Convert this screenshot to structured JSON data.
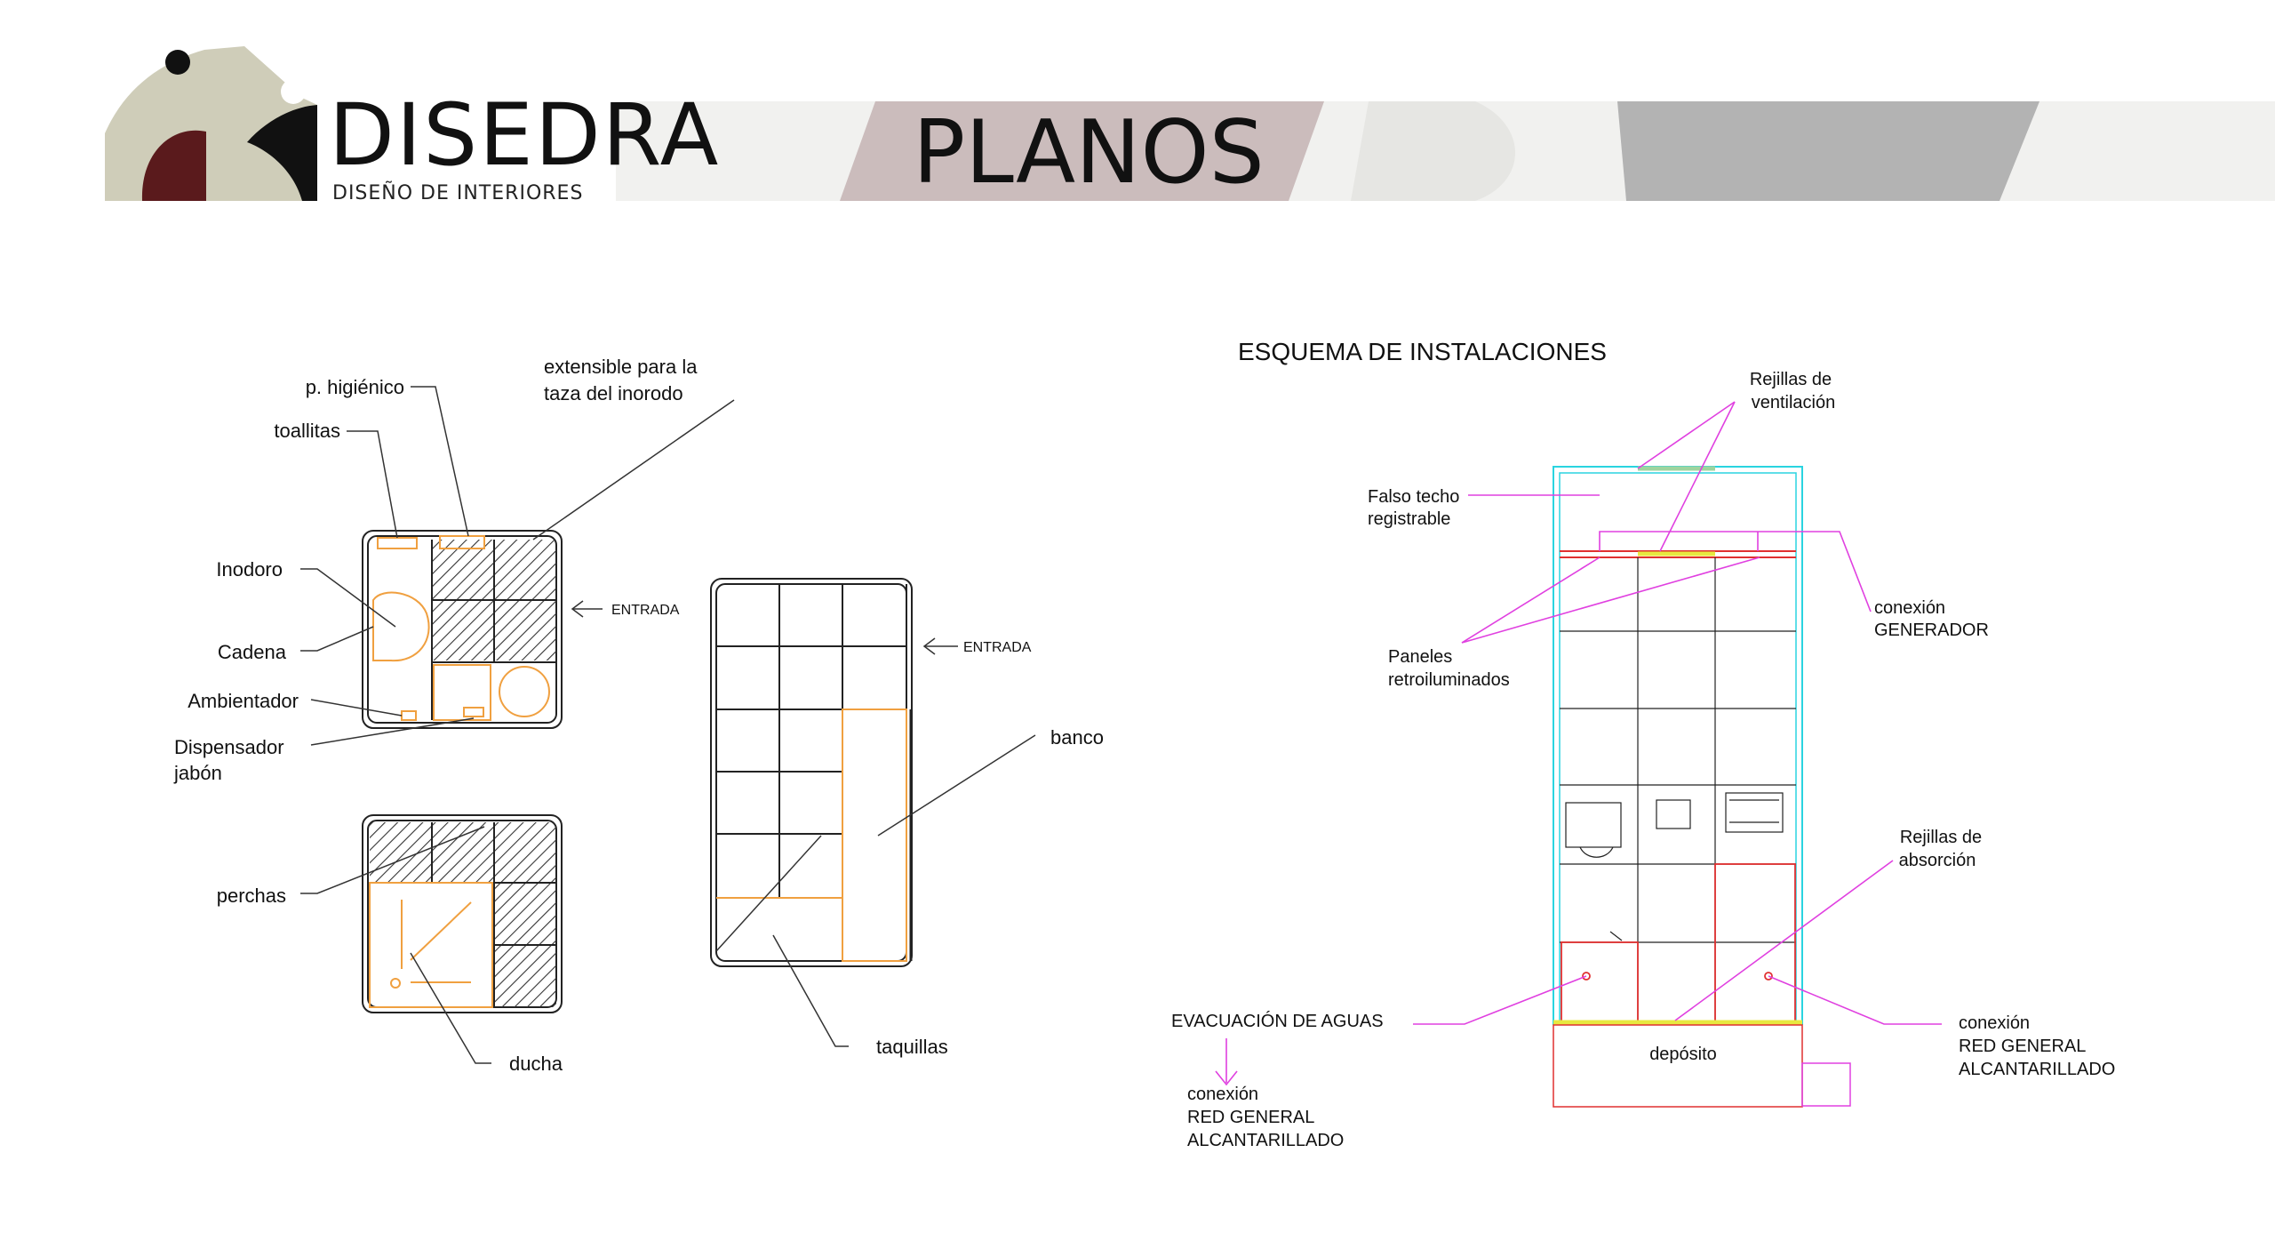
{
  "brand": {
    "name": "DISEDRA",
    "tagline": "DISEÑO DE INTERIORES",
    "colors": {
      "beige": "#cfcdb9",
      "maroon": "#5a1a1c",
      "black": "#111111",
      "grey": "#b3b3b3",
      "mauve": "#cbbcbc"
    }
  },
  "header": {
    "title": "PLANOS"
  },
  "left_plans": {
    "labels": {
      "p_higienico": "p. higiénico",
      "toallitas": "toallitas",
      "extensible_1": "extensible para la",
      "extensible_2": "taza del inorodo",
      "inodoro": "Inodoro",
      "cadena": "Cadena",
      "ambientador": "Ambientador",
      "dispensador_1": "Dispensador",
      "dispensador_2": "jabón",
      "perchas": "perchas",
      "ducha": "ducha",
      "entrada_1": "ENTRADA",
      "entrada_2": "ENTRADA",
      "banco": "banco",
      "taquillas": "taquillas"
    }
  },
  "installations": {
    "title": "ESQUEMA DE INSTALACIONES",
    "labels": {
      "rejillas_vent_1": "Rejillas de",
      "rejillas_vent_2": "ventilación",
      "falso_techo_1": "Falso techo",
      "falso_techo_2": "registrable",
      "conexion_gen_1": "conexión",
      "conexion_gen_2": "GENERADOR",
      "paneles_1": "Paneles",
      "paneles_2": "retroiluminados",
      "rejillas_abs_1": "Rejillas de",
      "rejillas_abs_2": "absorción",
      "evacuacion": "EVACUACIÓN DE AGUAS",
      "deposito": "depósito",
      "conexion_red_r_1": "conexión",
      "conexion_red_r_2": "RED GENERAL",
      "conexion_red_r_3": "ALCANTARILLADO",
      "conexion_red_l_1": "conexión",
      "conexion_red_l_2": "RED GENERAL",
      "conexion_red_l_3": "ALCANTARILLADO"
    },
    "colors": {
      "cyan": "#2ad4e0",
      "magenta": "#e040e0",
      "red": "#e03030",
      "yellow": "#e8e840",
      "green": "#9ed49e"
    }
  }
}
